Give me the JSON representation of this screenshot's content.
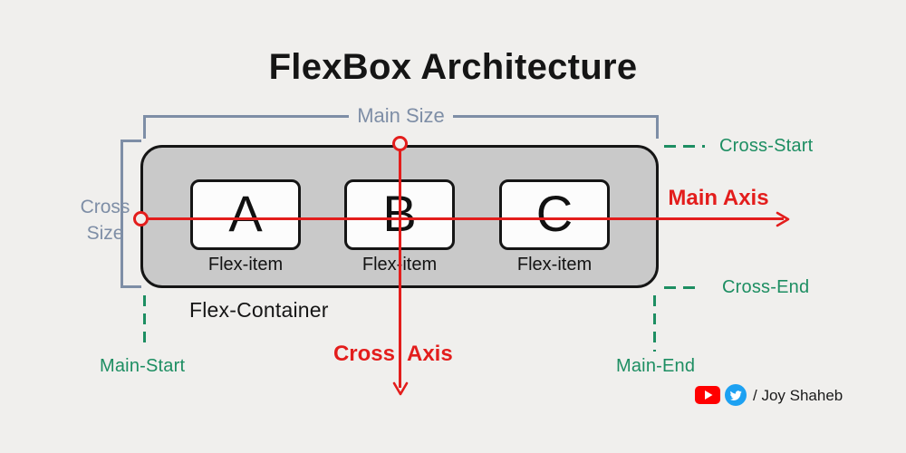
{
  "title": "FlexBox Architecture",
  "measurements": {
    "main_size": "Main Size",
    "cross_size_line1": "Cross",
    "cross_size_line2": "Size"
  },
  "container": {
    "label": "Flex-Container",
    "items": [
      {
        "letter": "A",
        "caption": "Flex-item"
      },
      {
        "letter": "B",
        "caption": "Flex-item"
      },
      {
        "letter": "C",
        "caption": "Flex-item"
      }
    ]
  },
  "axes": {
    "main_axis": "Main Axis",
    "cross_axis_word1": "Cross",
    "cross_axis_word2": "Axis"
  },
  "markers": {
    "cross_start": "Cross-Start",
    "cross_end": "Cross-End",
    "main_start": "Main-Start",
    "main_end": "Main-End"
  },
  "footer": {
    "icons": [
      "youtube-icon",
      "twitter-icon"
    ],
    "credit": "/ Joy Shaheb"
  },
  "colors": {
    "background": "#f0efed",
    "bracket_slate": "#7e8ea6",
    "axis_red": "#e31d1c",
    "marker_green": "#1d8e62",
    "container_fill": "#c9c9c9",
    "item_fill": "#fcfcfc",
    "border_ink": "#151515",
    "youtube_red": "#ff0000",
    "twitter_blue": "#1da1f2"
  }
}
